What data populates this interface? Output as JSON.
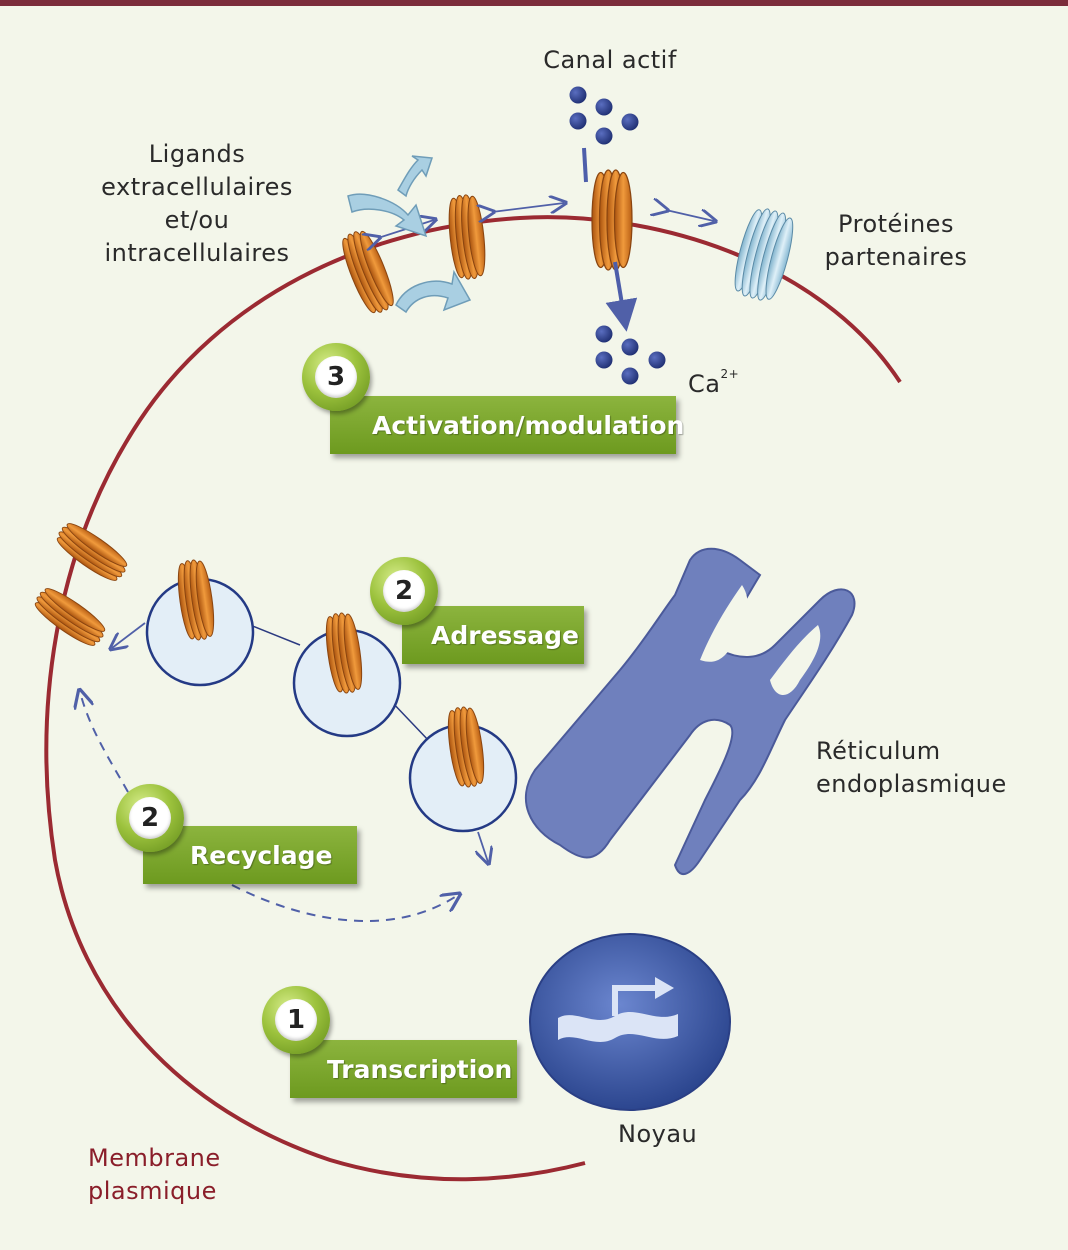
{
  "labels": {
    "canal_actif": "Canal actif",
    "ligands": [
      "Ligands",
      "extracellulaires",
      "et/ou",
      "intracellulaires"
    ],
    "proteines": [
      "Protéines",
      "partenaires"
    ],
    "ca": "Ca",
    "ca_charge": "2+",
    "reticulum": [
      "Réticulum",
      "endoplasmique"
    ],
    "noyau": "Noyau",
    "membrane": [
      "Membrane",
      "plasmique"
    ]
  },
  "steps": [
    {
      "number": "3",
      "label": "Activation/modulation"
    },
    {
      "number": "2",
      "label": "Adressage"
    },
    {
      "number": "2",
      "label": "Recyclage"
    },
    {
      "number": "1",
      "label": "Transcription"
    }
  ],
  "colors": {
    "membrane": "#9b2a32",
    "channel": "#d77a25",
    "partner": "#a9d0e4",
    "er": "#6f80bd",
    "nucleus": "#3d57a8",
    "step_box": "#7aa52b",
    "ion": "#2d3f8c",
    "top_bar": "#7b2d3b"
  }
}
